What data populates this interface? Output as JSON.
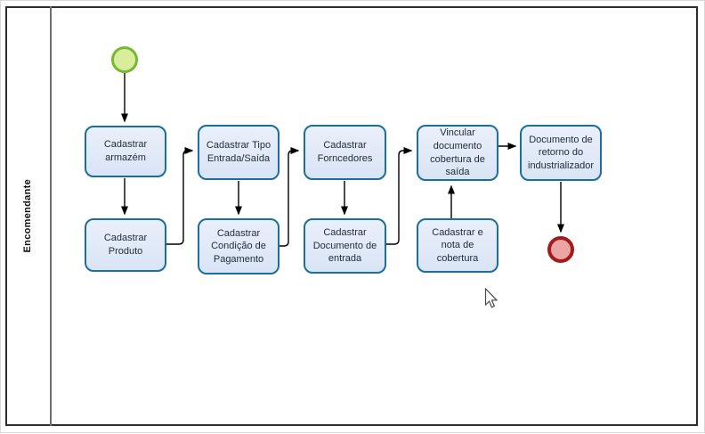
{
  "diagram": {
    "type": "bpmn-process-flow",
    "lane": {
      "label": "Encomendante"
    },
    "events": [
      {
        "id": "start",
        "type": "start-event",
        "color_border": "#77b831",
        "color_fill": "#d8ee9d"
      },
      {
        "id": "end",
        "type": "end-event",
        "color_border": "#a21c1c",
        "color_fill": "#eba5a5"
      }
    ],
    "tasks": [
      {
        "id": "t1",
        "label": "Cadastrar armazém"
      },
      {
        "id": "t2",
        "label": "Cadastrar Produto"
      },
      {
        "id": "t3",
        "label": "Cadastrar Tipo Entrada/Saída"
      },
      {
        "id": "t4",
        "label": "Cadastrar Condição de Pagamento"
      },
      {
        "id": "t5",
        "label": "Cadastrar Forncedores"
      },
      {
        "id": "t6",
        "label": "Cadastrar Documento de entrada"
      },
      {
        "id": "t7",
        "label": "Vincular documento cobertura de saída"
      },
      {
        "id": "t8",
        "label": "Cadastrar e nota de cobertura"
      },
      {
        "id": "t9",
        "label": "Documento de retorno do industrializador"
      }
    ],
    "connections": [
      {
        "from": "start",
        "to": "t1"
      },
      {
        "from": "t1",
        "to": "t2"
      },
      {
        "from": "t2",
        "to": "t3"
      },
      {
        "from": "t3",
        "to": "t4"
      },
      {
        "from": "t4",
        "to": "t5"
      },
      {
        "from": "t5",
        "to": "t6"
      },
      {
        "from": "t6",
        "to": "t7"
      },
      {
        "from": "t8",
        "to": "t7"
      },
      {
        "from": "t7",
        "to": "t9"
      },
      {
        "from": "t9",
        "to": "end"
      }
    ],
    "colors": {
      "task_border": "#1a6f9e",
      "task_fill": "#dde7f7",
      "pool_border": "#2d2d2d",
      "lane_divider": "#6e6e6e",
      "connector": "#000000",
      "text": "#1e2b38"
    }
  }
}
